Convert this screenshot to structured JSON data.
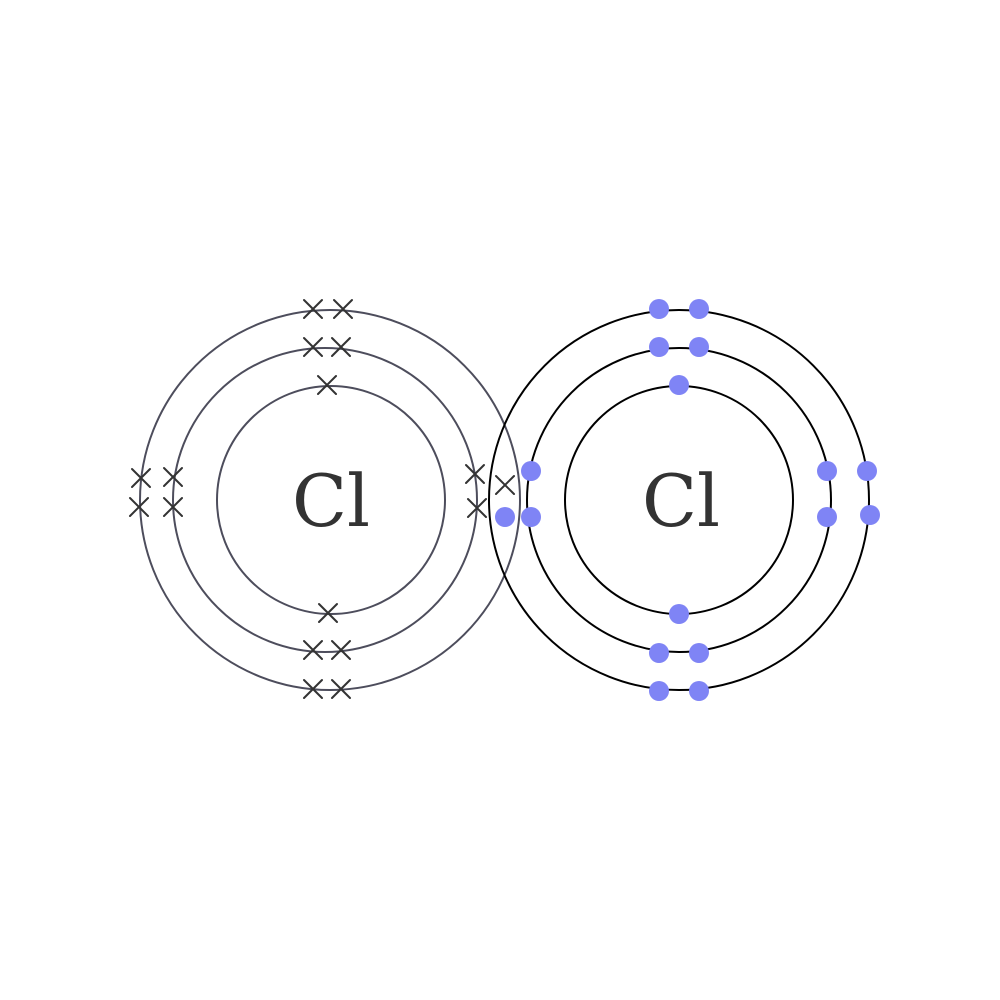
{
  "atoms": [
    {
      "symbol": "Cl",
      "electron_marker": "cross",
      "shell_color": "#4d4d5c",
      "shell_electrons": [
        2,
        8,
        7
      ]
    },
    {
      "symbol": "Cl",
      "electron_marker": "dot",
      "shell_color": "#000000",
      "electron_color": "#7f84f5",
      "shell_electrons": [
        2,
        8,
        7
      ]
    }
  ]
}
